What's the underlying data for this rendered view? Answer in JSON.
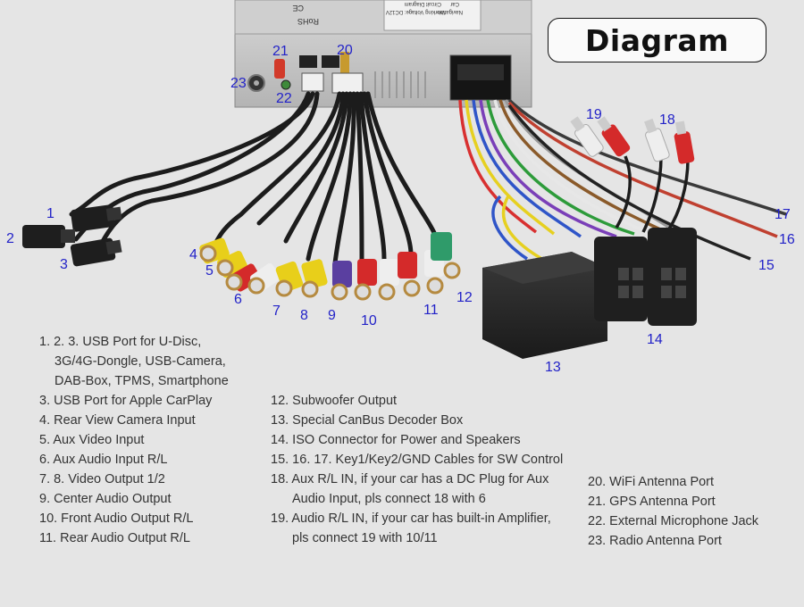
{
  "title": "Diagram",
  "unit_label": {
    "rohs": "RoHS",
    "ce": "CE",
    "circuit": "Circuit Diagram",
    "voltage": "Working Voltage: DC12V",
    "car": "Car",
    "navigation": "Navigation"
  },
  "callouts": {
    "c1": "1",
    "c2": "2",
    "c3": "3",
    "c4": "4",
    "c5": "5",
    "c6": "6",
    "c7": "7",
    "c8": "8",
    "c9": "9",
    "c10": "10",
    "c11": "11",
    "c12": "12",
    "c13": "13",
    "c14": "14",
    "c15": "15",
    "c16": "16",
    "c17": "17",
    "c18": "18",
    "c19": "19",
    "c20": "20",
    "c21": "21",
    "c22": "22",
    "c23": "23"
  },
  "legend_col1": [
    "1. 2. 3. USB Port for U-Disc,",
    "3G/4G-Dongle, USB-Camera,",
    "DAB-Box, TPMS, Smartphone",
    "3. USB Port  for Apple CarPlay",
    "4. Rear View Camera Input",
    "5. Aux Video Input",
    "6. Aux Audio Input R/L",
    "7. 8. Video Output 1/2",
    "9. Center Audio Output",
    "10. Front Audio Output R/L",
    "11. Rear Audio Output R/L"
  ],
  "legend_col2": [
    "12. Subwoofer Output",
    "13. Special CanBus Decoder Box",
    "14. ISO Connector for Power and Speakers",
    "15. 16. 17. Key1/Key2/GND Cables for SW Control",
    "18. Aux R/L IN, if your car has a DC Plug for Aux",
    "Audio Input, pls connect 18 with 6",
    "19. Audio R/L IN, if your car has built-in Amplifier,",
    "pls connect 19 with 10/11"
  ],
  "legend_col3": [
    "20. WiFi Antenna Port",
    "21. GPS Antenna Port",
    "22. External Microphone Jack",
    "23. Radio Antenna Port"
  ],
  "colors": {
    "background": "#e5e5e5",
    "callout": "#2323c8",
    "legend_text": "#333333",
    "rca_red": "#d42a2a",
    "rca_white": "#eeeeee",
    "rca_yellow": "#e8cf1a",
    "rca_purple": "#5a3fa0",
    "rca_green": "#2f9b6a",
    "cable": "#1c1c1c",
    "box": "#2a2a2a"
  }
}
